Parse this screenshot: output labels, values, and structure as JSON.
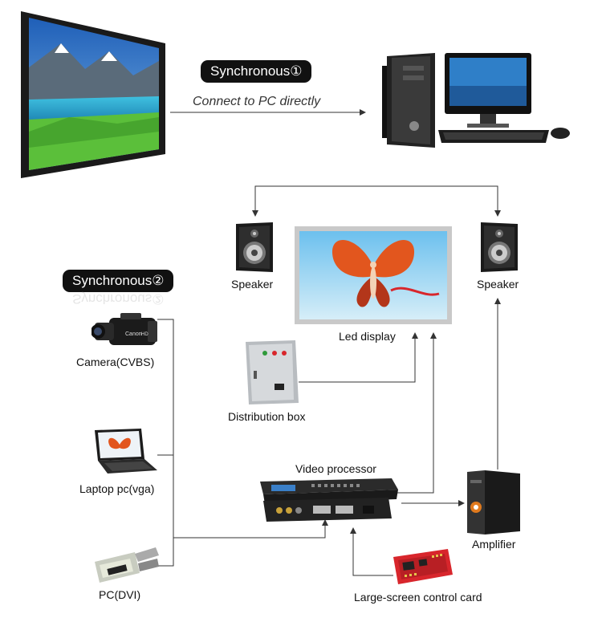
{
  "sync1": {
    "badge": "Synchronous①",
    "caption": "Connect to PC directly"
  },
  "sync2": {
    "badge": "Synchronous②"
  },
  "labels": {
    "speaker_left": "Speaker",
    "speaker_right": "Speaker",
    "led_display": "Led display",
    "camera": "Camera(CVBS)",
    "distribution_box": "Distribution box",
    "laptop": "Laptop pc(vga)",
    "video_processor": "Video processor",
    "amplifier": "Amplifier",
    "pc_dvi": "PC(DVI)",
    "control_card": "Large-screen control card"
  },
  "device_text": {
    "camera_brand": "Canon",
    "camera_badge": "HD"
  },
  "colors": {
    "badge_bg": "#111111",
    "line": "#333333",
    "sky": "#2f7fc8",
    "lake": "#3ab0d8",
    "grass": "#5bbf3a",
    "pcb_red": "#d8262c",
    "butterfly": "#e2561e"
  }
}
